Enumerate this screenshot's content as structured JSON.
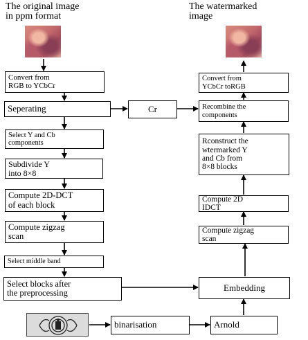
{
  "captions": {
    "original": "The original image\nin ppm format",
    "watermarked": "The watermarked\nimage"
  },
  "images": {
    "original_image": "lena-portrait",
    "watermarked_image": "lena-portrait",
    "logo": "institution-emblem"
  },
  "left_column": [
    "Convert from\nRGB to YCbCr",
    "Seperating",
    "Select Y and Cb\ncomponents",
    "Subdivide Y\ninto    8×8",
    "Compute 2D-DCT\nof  each block",
    "Compute zigzag\nscan",
    "Select middle band",
    "Select blocks after\nthe preprocessing"
  ],
  "middle": {
    "cr": "Cr",
    "binarisation": "binarisation"
  },
  "right_column": [
    "Convert from\nYCbCr toRGB",
    "Recombine the\ncomponents",
    "Rconstruct the\nwtermarked Y\nand Cb from\n8×8 blocks",
    "Compute 2D\nIDCT",
    "Compute zigzag\nscan",
    "Embedding",
    "Arnold"
  ]
}
